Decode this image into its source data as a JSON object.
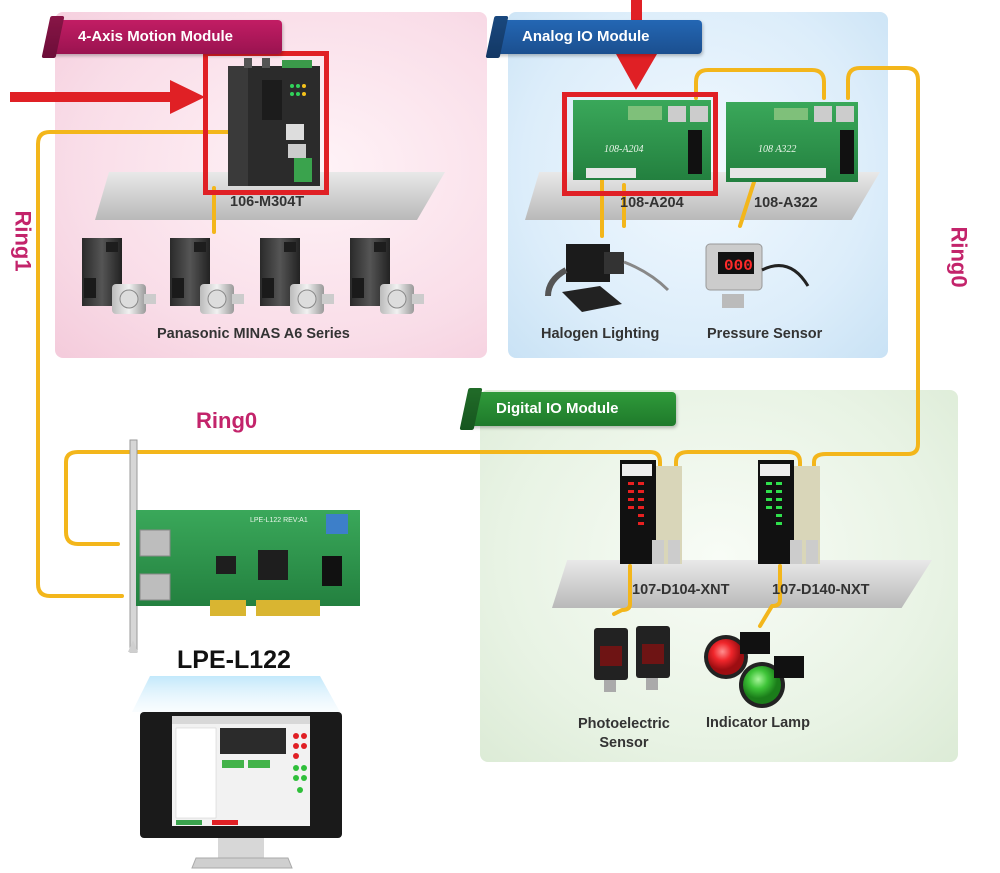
{
  "modules": {
    "motion": {
      "title": "4-Axis Motion Module",
      "device": "106-M304T",
      "servo_caption": "Panasonic MINAS A6 Series"
    },
    "analog": {
      "title": "Analog IO Module",
      "device_a": "108-A204",
      "device_b": "108-A322",
      "halogen": "Halogen Lighting",
      "pressure": "Pressure Sensor",
      "board_a_print": "108-A204",
      "board_b_print": "108 A322",
      "pressure_display": "000"
    },
    "digital": {
      "title": "Digital IO Module",
      "device_a": "107-D104-XNT",
      "device_b": "107-D140-NXT",
      "photo_line1": "Photoelectric",
      "photo_line2": "Sensor",
      "lamp": "Indicator Lamp"
    }
  },
  "rings": {
    "left": "Ring1",
    "right": "Ring0",
    "center": "Ring0"
  },
  "card": {
    "name": "LPE-L122",
    "print": "LPE-L122 REV:A1"
  },
  "colors": {
    "wire": "#f3b61b",
    "highlight": "#e02025",
    "ring_text": "#c3246b",
    "pink_tag": "#b0185b",
    "blue_tag": "#2160a8",
    "green_tag": "#2a8e36",
    "pcb": "#2f9a4a"
  }
}
